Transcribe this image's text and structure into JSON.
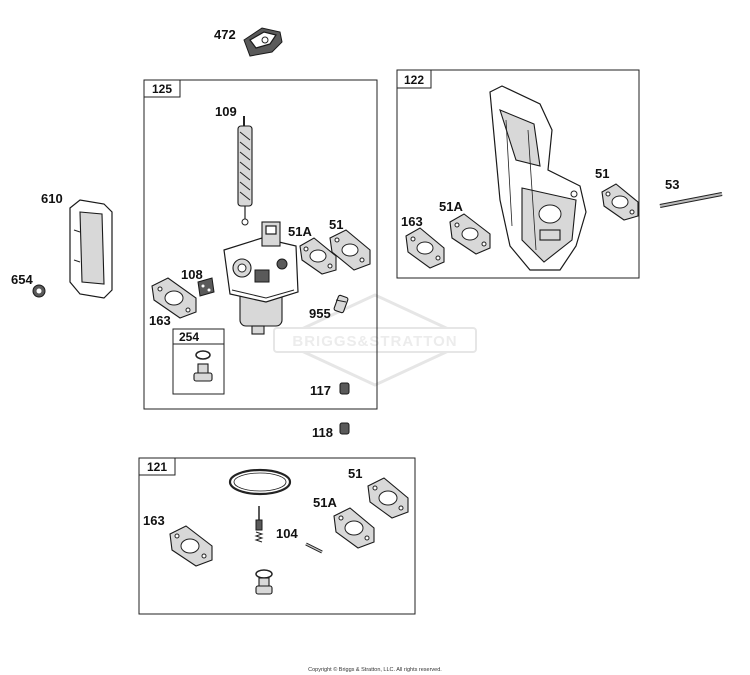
{
  "watermark": {
    "text": "BRIGGS&STRATTON"
  },
  "copyright": "Copyright © Briggs & Stratton, LLC. All rights reserved.",
  "groups": {
    "g125": "125",
    "g254": "254",
    "g122": "122",
    "g121": "121"
  },
  "callouts": {
    "c472": "472",
    "c109": "109",
    "c610": "610",
    "c654": "654",
    "c108": "108",
    "c163a": "163",
    "c51a1": "51A",
    "c51_1": "51",
    "c955": "955",
    "c117": "117",
    "c118": "118",
    "c163b": "163",
    "c51a2": "51A",
    "c51_2": "51",
    "c53": "53",
    "c51_3": "51",
    "c51a3": "51A",
    "c163c": "163",
    "c104": "104"
  }
}
